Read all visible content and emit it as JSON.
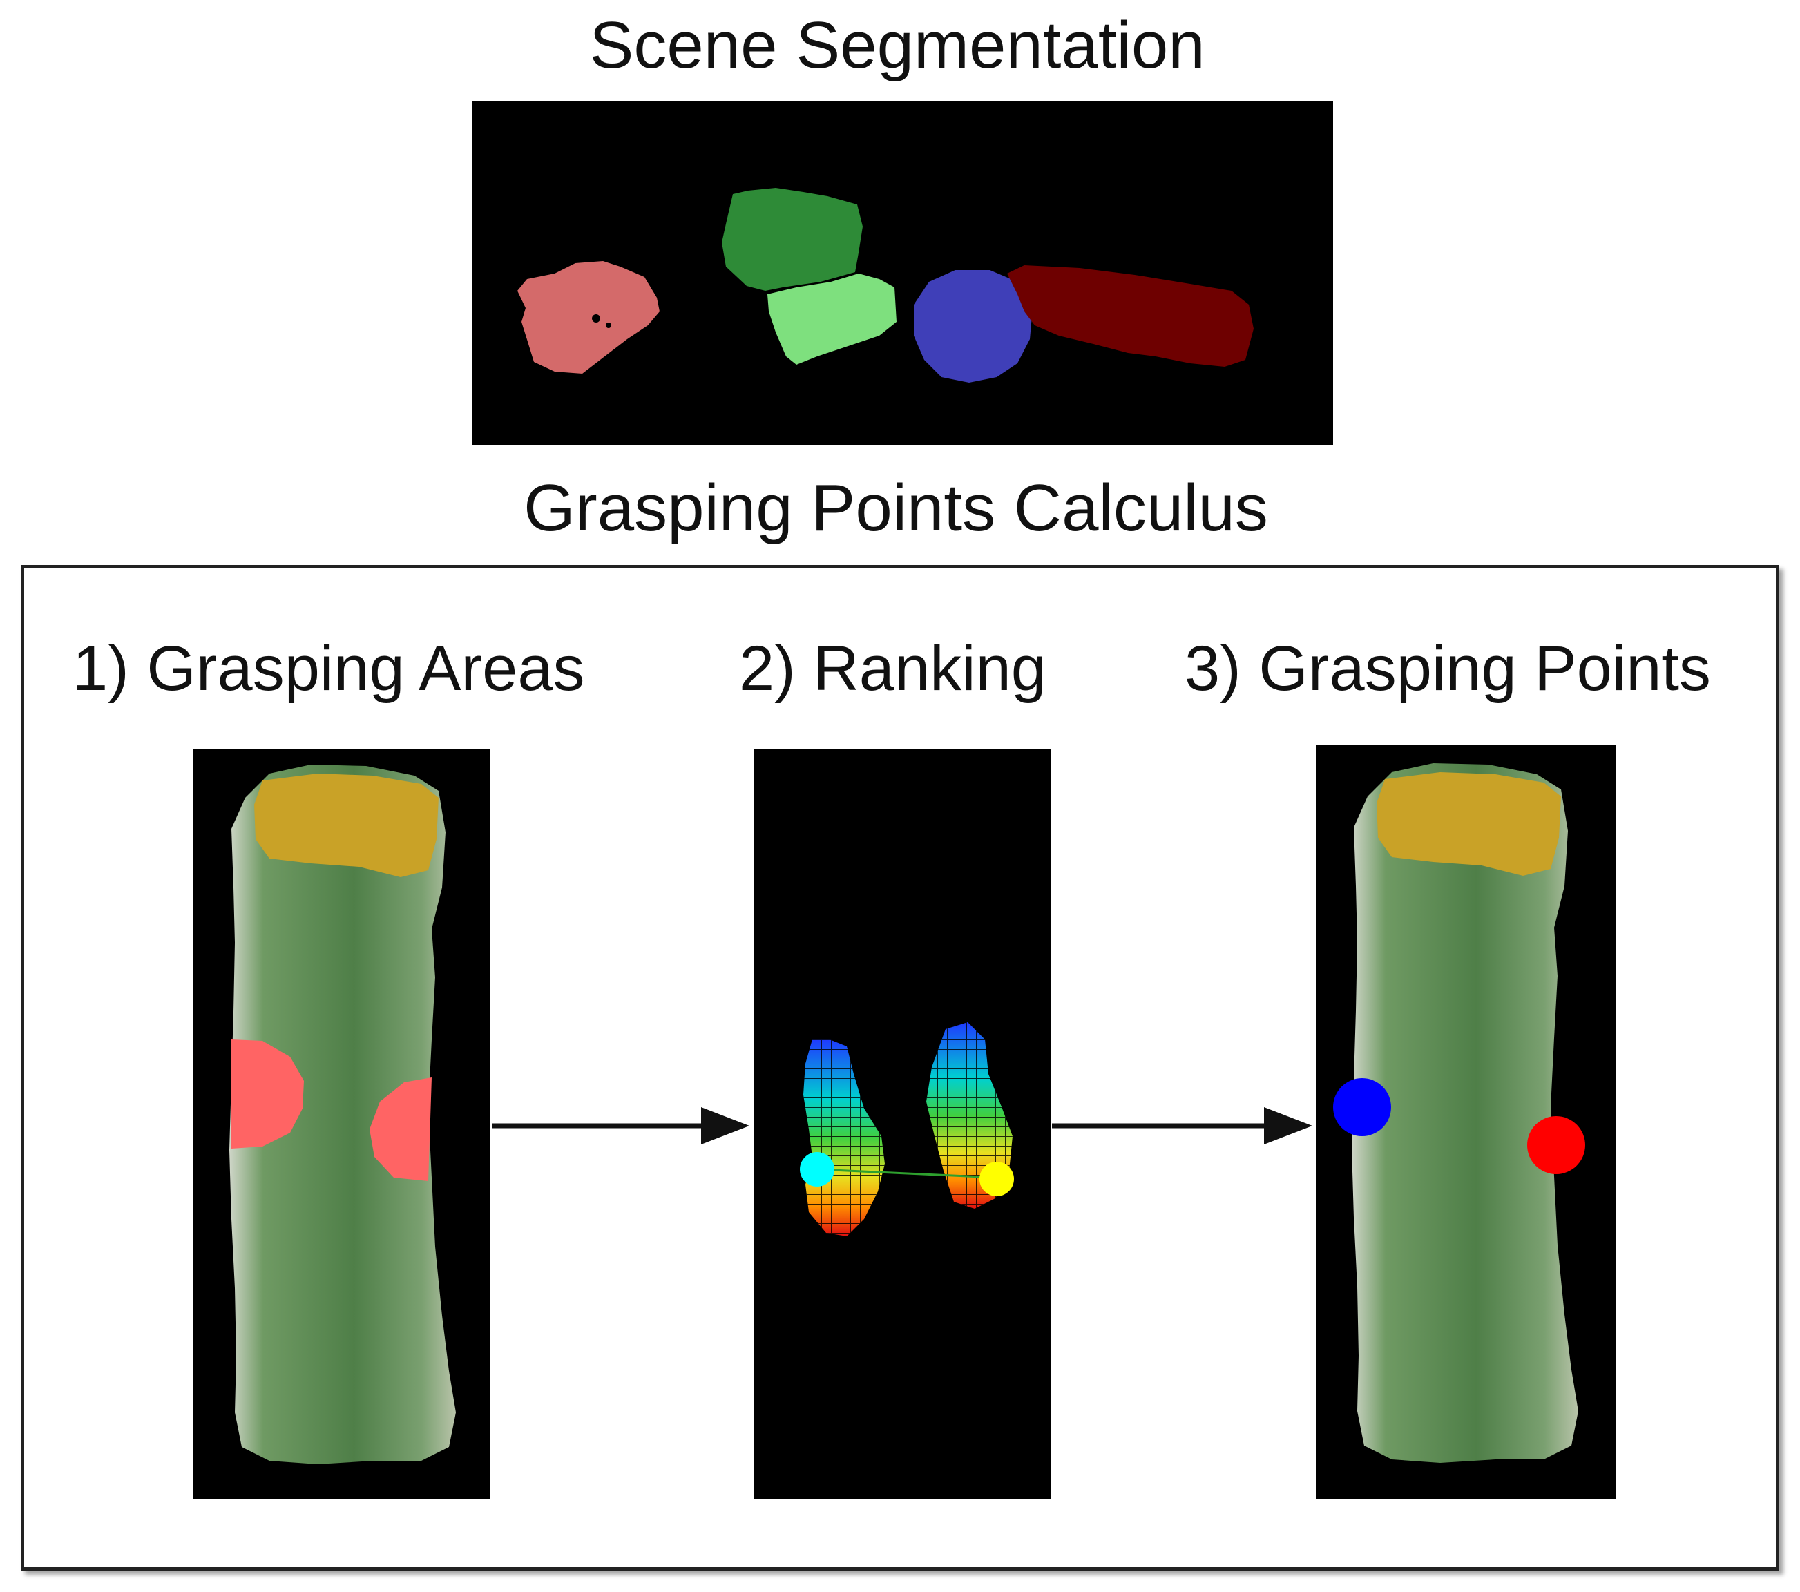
{
  "scene": {
    "title": "Scene Segmentation",
    "segment_colors": [
      "#d46a6a",
      "#2e8b37",
      "#7ee07e",
      "#3f3fb8",
      "#6e0000"
    ]
  },
  "calculus": {
    "title": "Grasping Points Calculus",
    "steps": [
      {
        "label": "1) Grasping Areas",
        "area_color": "#ff6464"
      },
      {
        "label": "2) Ranking",
        "point_colors": [
          "#00ffff",
          "#ffff00"
        ]
      },
      {
        "label": "3) Grasping Points",
        "point_colors": [
          "#0000ff",
          "#ff0000"
        ]
      }
    ]
  },
  "object": {
    "cap_color": "#c9a227",
    "body_color": "#5e8a55"
  }
}
